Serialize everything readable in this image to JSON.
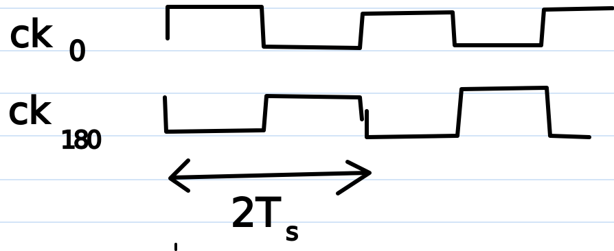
{
  "colors": {
    "ink": "#000000",
    "rule": "#b9d4f2",
    "paper": "#ffffff"
  },
  "signals": {
    "ck0": {
      "label_main": "ck",
      "label_sub": "0"
    },
    "ck180": {
      "label_main": "ck",
      "label_sub": "180"
    }
  },
  "period_annotation": {
    "prefix": "2T",
    "subscript": "s"
  }
}
